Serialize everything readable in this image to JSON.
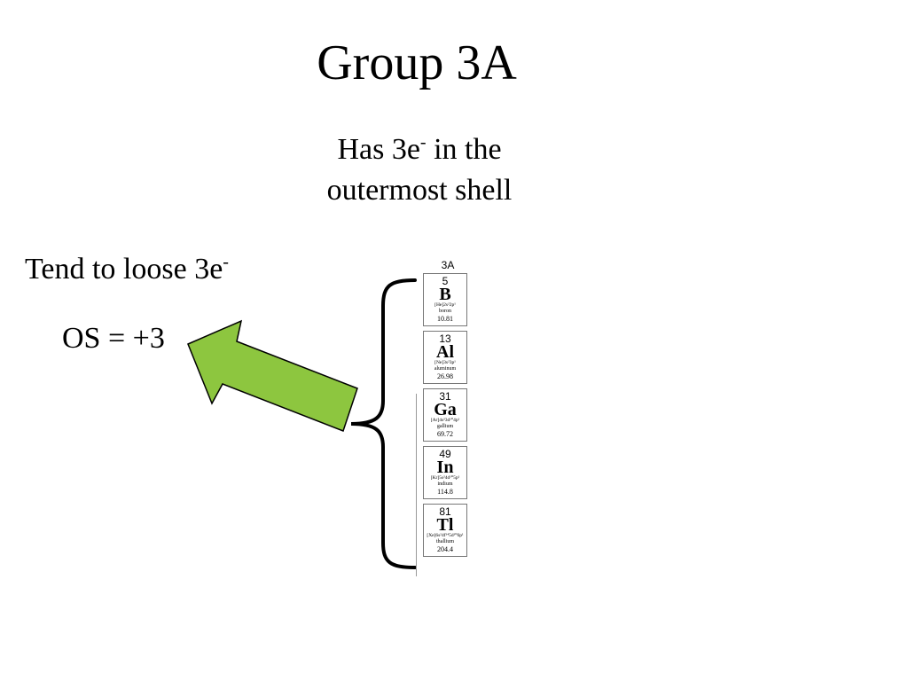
{
  "slide": {
    "title": "Group 3A",
    "subtitle_line1_pre": "Has 3e",
    "subtitle_line1_sup": "-",
    "subtitle_line1_post": " in the",
    "subtitle_line2": "outermost shell",
    "tend_text": "Tend to loose 3e",
    "tend_sup": "-",
    "os_text": "OS = +3"
  },
  "colors": {
    "arrow_fill": "#8dc63f",
    "arrow_stroke": "#000000",
    "text": "#000000",
    "background": "#ffffff"
  },
  "periodic_column": {
    "group_label": "3A",
    "elements": [
      {
        "number": "5",
        "symbol": "B",
        "config": "[He]2s²2p¹",
        "name": "boron",
        "mass": "10.81"
      },
      {
        "number": "13",
        "symbol": "Al",
        "config": "[Ne]3s²3p¹",
        "name": "aluminum",
        "mass": "26.98"
      },
      {
        "number": "31",
        "symbol": "Ga",
        "config": "[Ar]4s²3d¹⁰4p¹",
        "name": "gallium",
        "mass": "69.72"
      },
      {
        "number": "49",
        "symbol": "In",
        "config": "[Kr]5s²4d¹⁰5p¹",
        "name": "indium",
        "mass": "114.8"
      },
      {
        "number": "81",
        "symbol": "Tl",
        "config": "[Xe]6s²4f¹⁴5d¹⁰6p¹",
        "name": "thallium",
        "mass": "204.4"
      }
    ]
  }
}
